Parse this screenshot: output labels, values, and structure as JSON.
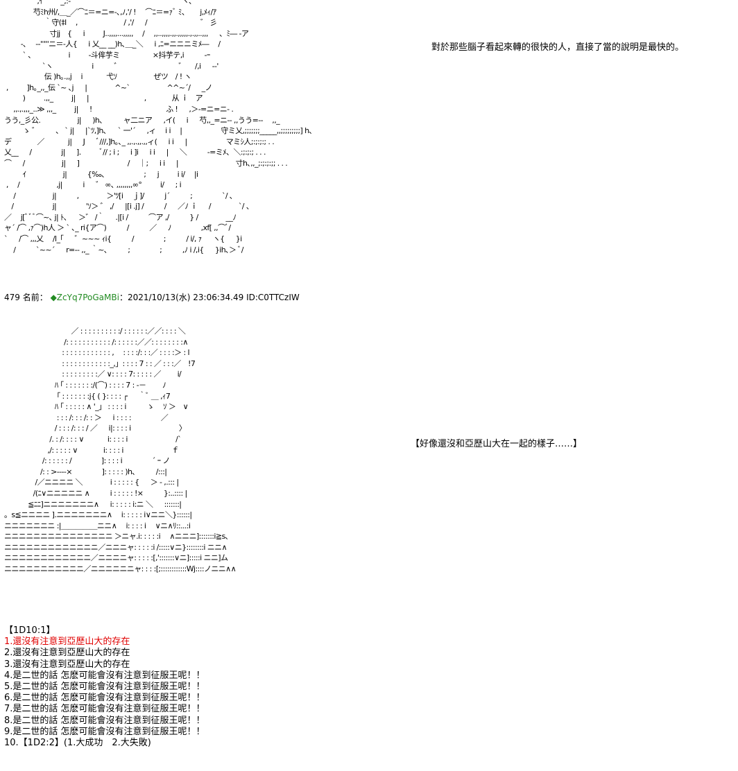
{
  "art_top": "　　 　　 ,ｲ' 　　_,:‐'´　　 　 　 　　 　 　 　　　 　 `ヽ､\n　　　　芍ﾐh州/,＿_／⌒ﾆ＝=ニ=-､,ﾉ,'/ ! 　⌒ﾆ＝=ｧﾞ ﾐ、 　 j,ﾒｨ/ｱ\n　　　　 　 ｀守(‡l　 ,　 　 　 　 　 / ,'/ 　 /　 　　 　 　 　 ゛ 彡\n　　　　　　 寸jj　{ 　 i　 　 J..,,,,...,,,,,　 /　 ,,..,,,,.,,.,,,,,.,.,,..,,, 　 、ﾐ― -ア\n　　 -､　 -‐'''''ニ＝-人{ 　 i 乂__ __)h､＿_＼ 　 i ,ﾆ=ニニニミﾒ―　 /\n　 　 ` ､　 　 　 　 i　 　 ‐斗侔芋ミ　　 　　 ×抖芋テ,i 　 　 -ｰ\n　　　　　 `ヽ 　 　 　 　 i 　 　 ゛ 　 　 　 　 　 　 ゛　 /,i 　 -‐'\n　　　　 　 伝 )h｡.,,j　 i　　　 弋ｿ　 　 　 　 ぜツ　/ ! ヽ\n ,　 　 ]h｡_,,_伝 `~ ､j 　 |　 　 　 ^~`　 　 　 　 ^^~´/ 　 _ノ\n　 　 )　 　 .,,_　 　 j| 　 |　 　 　 　 　 　 ,　 　　 从 ｉ　ア\n　 ,,.,.,,,_..≫ ,,,_　 　 j| 　 ! 　 　 　 　 　 　 　　 ふ ! 　 ,＞-=ニ=ニ‐ .\nうう,_彡公.　 　 　 　 j| 　 )h､ 　 　 ャ二ニア 　 ,イ( 　 i 　 芍,,_=ニ-‐ ,,うう=‐‐　 ,,_\n　 　 ゝ ゛　　 、 ` j| 　 |`ﾂ,]h､ 　 ` 一'´ 　 ,ィ　 i i　 | 　 　 　 　 守ミ乂,;;;;;;;_____,,;;;;;;;;;] h､\nデ　　 　 ／　　　 j| 　 J 　 ﾞ///,]h｡､_ ,,.,.,,.,,ィ( 　 i i 　 | 　 　 　 　 マミｼ人;:;:;:; . .\n乂__ 　 / 　 　 　 j| 　 ].　 　 ﾞ// ; i ; 　 i ]i 　 i i 　 | 　 ＼ 　 　 ‐=ミﾒ、＼:;:;:; . . .\n⌒ 　 /　 　 　 　 j| 　 ] 　 　 　 　 　 /　 ｜; 　 i i 　 | 　 　 　 　 　 　 寸h､,,_;:;:;:;; . . .\n　 　 ｲ　 　 　 　 j| 　 　 {‰､ 　 　 　 　 ; 　 j　 　 i i/　 |i\n ,　 /　 　 　 　 ,j| 　 　 i 　 ゛ ∞､ ,,,,,,,,∞°　 　 i/ 　 ; i\n　 /　 　 　 　 j| 　 　 ,　 　 　 ＞'ﾂ[i 　ｊ]/ 　 　 j´ 　 　 ; 　 　 　 `/ ､\n　/ 　 　 　 　 j| 　 　 　 'ｿ＞ ゛ ,/ 　 |[i .j] / 　 　 / 　 ／ﾉ ｉ 　 /　 　 　 `/ 、\n／　 j[ﾞﾞﾞ⌒~､ j| ﾄ､ 　 ＞゛ /｀ 　 .|[i / 　 　 ⌒ア ,/ 　 　 } /　 　 　 __ﾉ\nャ´ /⌒ ,ｧ⌒)h人 ＞ ` ､_ ri{ア⌒) 　 　 / 　 　 ／ 　 ﾉ 　 　 　 ,xf[ ,,⌒ﾞ/\n` 　 /⌒ ,,,乂　 /l_｢ 　 ゛~~~ ｨi{ 　 　 / 　 　 　 ; 　 　 / i/, ｧ 　 ヽ{ 　 }i\n　 / 　 　 `~~´ 　 r=-‐ ,,_ ｀~､ 　 　 ; 　 　 　 ; 　 　 ,ﾉ i /,i{ 　 }ih､＞ ﾞ/",
  "caption_top": "對於那些腦子看起來轉的很快的人，直接了當的說明是最快的。",
  "post": {
    "number": "479",
    "label": "名前：",
    "name": "◆ZcYq7PoGaMBi",
    "date": "：2021/10/13(水) 23:06:34.49",
    "id": " ID:C0TTCzIW"
  },
  "art_bottom": "　　　　　　　　　 ／ : : : : : : : : : :/ : : : : : :／／: : : : ＼\n　　　　　　　　 /: : : : : : : : : : : /: : : : : :／／: : : : : : : :∧\n　　　　　　　　: : : : : : : : : : : : ,　 : : : :/: : :／ : : : :＞ : l\n　　　　　　　　: : : : : : : : : : : :_,」: : : : 7 : : ／ : : :／　!7\n　　　　　　　　: : : : : : : : :／ ∨: : : : 7: : : : : ／ 　　i/\n　　　　　　　ﾊ ｢ : : : : : : :/(⌒) : : : : 7 : -－　　 ﾉ\n　　　　　　　 ｢ : : : : : : :j{ ( }: : : : ┌ 　 ｀ﾞ ＿ ,ｨ7\n　　　　　　　ﾊ ｢ : : : : : ∧ '_」 : : : : i 　 　 ゝ　 ｿ ＞　∨\n　　　　　　　 : : : /: : : /: : ＞ 　 i : : : : 　 　 　 ／\n　　　　　　　/ : : : /: : : / ／ 　 i|: : : : i 　 　 　 　 　 〉\n　　　　　　 /. : /: : : : ∨　　　 i: : : : i 　 　 　 　 　 /`\n　　　　　　,/: : : : : ∨ 　　　 i: : : : i 　 　 　 　 　 ｆ\n　　　　　 /: : : : : : / 　 　 　 ]: : : : i 　 　 　 ´ ｰ ノ\n　　　　　/: : >‐‐‐‐× 　 　 　 ]: : : : : )h､ 　 　 /:::|\n　　　　 /／ニニニニ ＼ 　 　 　i : : : : : { 　 ＞ ‐ ,.::: |\n　　　　/(ﾆ∨ニニニニニ ∧ 　 　 i : : : : : !× 　 　 }:..:::: |\n　　　 ≦ﾆﾆ]ニニニニニニニ∧ 　 i: : : : : i:ニ ＼ 　 :::::::|\n。s≦ニニニニ ].ニニニニニニニ∧ 　i: : : : : i∨ニニ＼}::::::|\nニニニニニニニ :|＿＿＿＿＿ニニ∧ 　i: : : : i 　∨ニ∧ﾘ::...:i\nニニニニニニニニニニニニニニニ ＞ニャ.i: : : : :i 　∧ニニニ]:::::::i≧s､\nニニニニニニニニニニニニニ／ニニニャ: : : : :i /:::::∨ニ}::::::::i ニニ∧\nニニニニニニニニニニニニ／ニニニニャ: : : : :[,':::::::∨ニ]:::::i ニニ]ム\nニニニニニニニニニニニ／ニニニニニニャ: : : :[;::::::::::::Wj::::ノニニ∧∧",
  "caption_bottom": "【好像還沒和亞歷山大在一起的樣子……】",
  "dice": {
    "header": "【1D10:1】",
    "options": [
      "1.還沒有注意到亞歷山大的存在",
      "2.還沒有注意到亞歷山大的存在",
      "3.還沒有注意到亞歷山大的存在",
      "4.是二世的話 怎麽可能會沒有注意到征服王呢！！",
      "5.是二世的話 怎麽可能會沒有注意到征服王呢！！",
      "6.是二世的話 怎麽可能會沒有注意到征服王呢！！",
      "7.是二世的話 怎麽可能會沒有注意到征服王呢！！",
      "8.是二世的話 怎麽可能會沒有注意到征服王呢！！",
      "9.是二世的話 怎麽可能會沒有注意到征服王呢！！",
      "10.【1D2:2】(1.大成功　2.大失敗)"
    ],
    "highlight_color": "#e00000"
  },
  "colors": {
    "trip_name": "#228b22",
    "text": "#000000",
    "background": "#ffffff"
  }
}
